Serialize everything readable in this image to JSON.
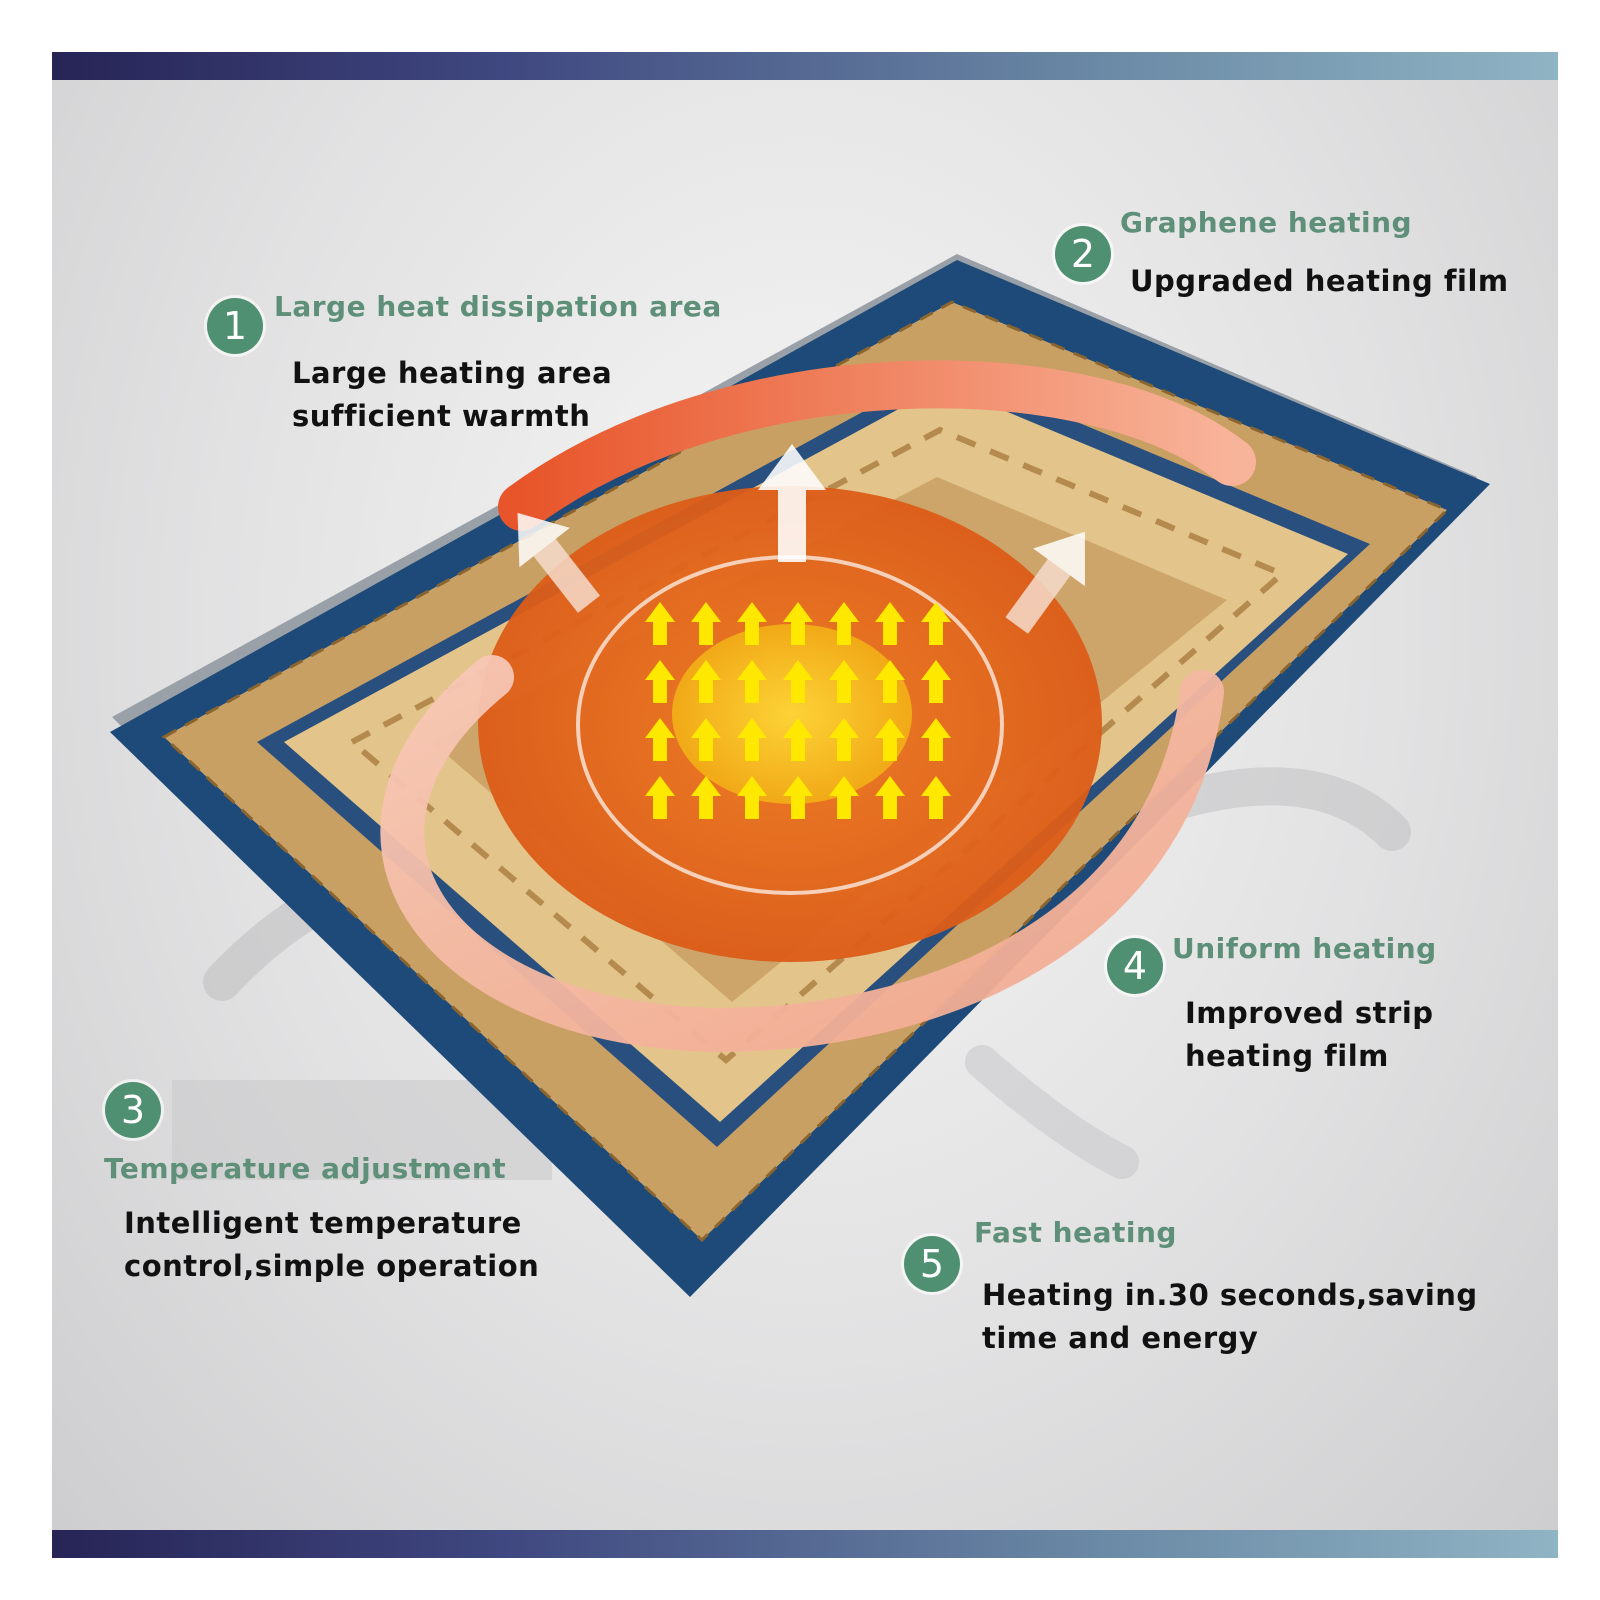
{
  "features": [
    {
      "number": "1",
      "title": "Large heat dissipation area",
      "description_lines": [
        "Large heating area",
        "sufficient warmth"
      ]
    },
    {
      "number": "2",
      "title": "Graphene heating",
      "description_lines": [
        "Upgraded heating film"
      ]
    },
    {
      "number": "3",
      "title": "Temperature adjustment",
      "description_lines": [
        "Intelligent temperature",
        "control,simple operation"
      ]
    },
    {
      "number": "4",
      "title": "Uniform heating",
      "description_lines": [
        "Improved strip",
        "heating film"
      ]
    },
    {
      "number": "5",
      "title": "Fast heating",
      "description_lines": [
        "Heating in.30 seconds,saving",
        "time and energy"
      ]
    }
  ],
  "colors": {
    "accent_green": "#4f8f72",
    "title_green": "#5e8f78",
    "rug_navy": "#1d4a78",
    "rug_gold": "#c9a064",
    "heat_orange": "#e0641c",
    "heat_yellow": "#ffe800"
  },
  "icons": [
    "heat-arrow-icon",
    "rotation-arrow-icon"
  ]
}
